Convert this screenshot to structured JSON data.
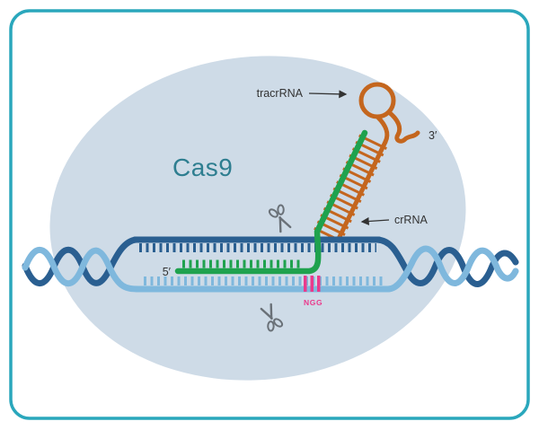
{
  "figure": {
    "labels": {
      "cas9": "Cas9",
      "tracrrna": "tracrRNA",
      "crrna": "crRNA",
      "three_prime": "3′",
      "five_prime": "5′",
      "pam": "NGG"
    },
    "icons": {
      "scissors_top": "scissors-icon",
      "scissors_bottom": "scissors-icon"
    },
    "colors": {
      "frame_border": "#2AA7BC",
      "cas9_blob": "#CEDBE7",
      "cas9_text": "#2E7E90",
      "dna_strand_dark": "#2A5F91",
      "dna_strand_light": "#7FB8DD",
      "rna_green": "#1FA24E",
      "rna_orange": "#C4661E",
      "pam_pink": "#EA3A8C",
      "scissors_gray": "#6A7178",
      "label_text": "#333333"
    }
  }
}
